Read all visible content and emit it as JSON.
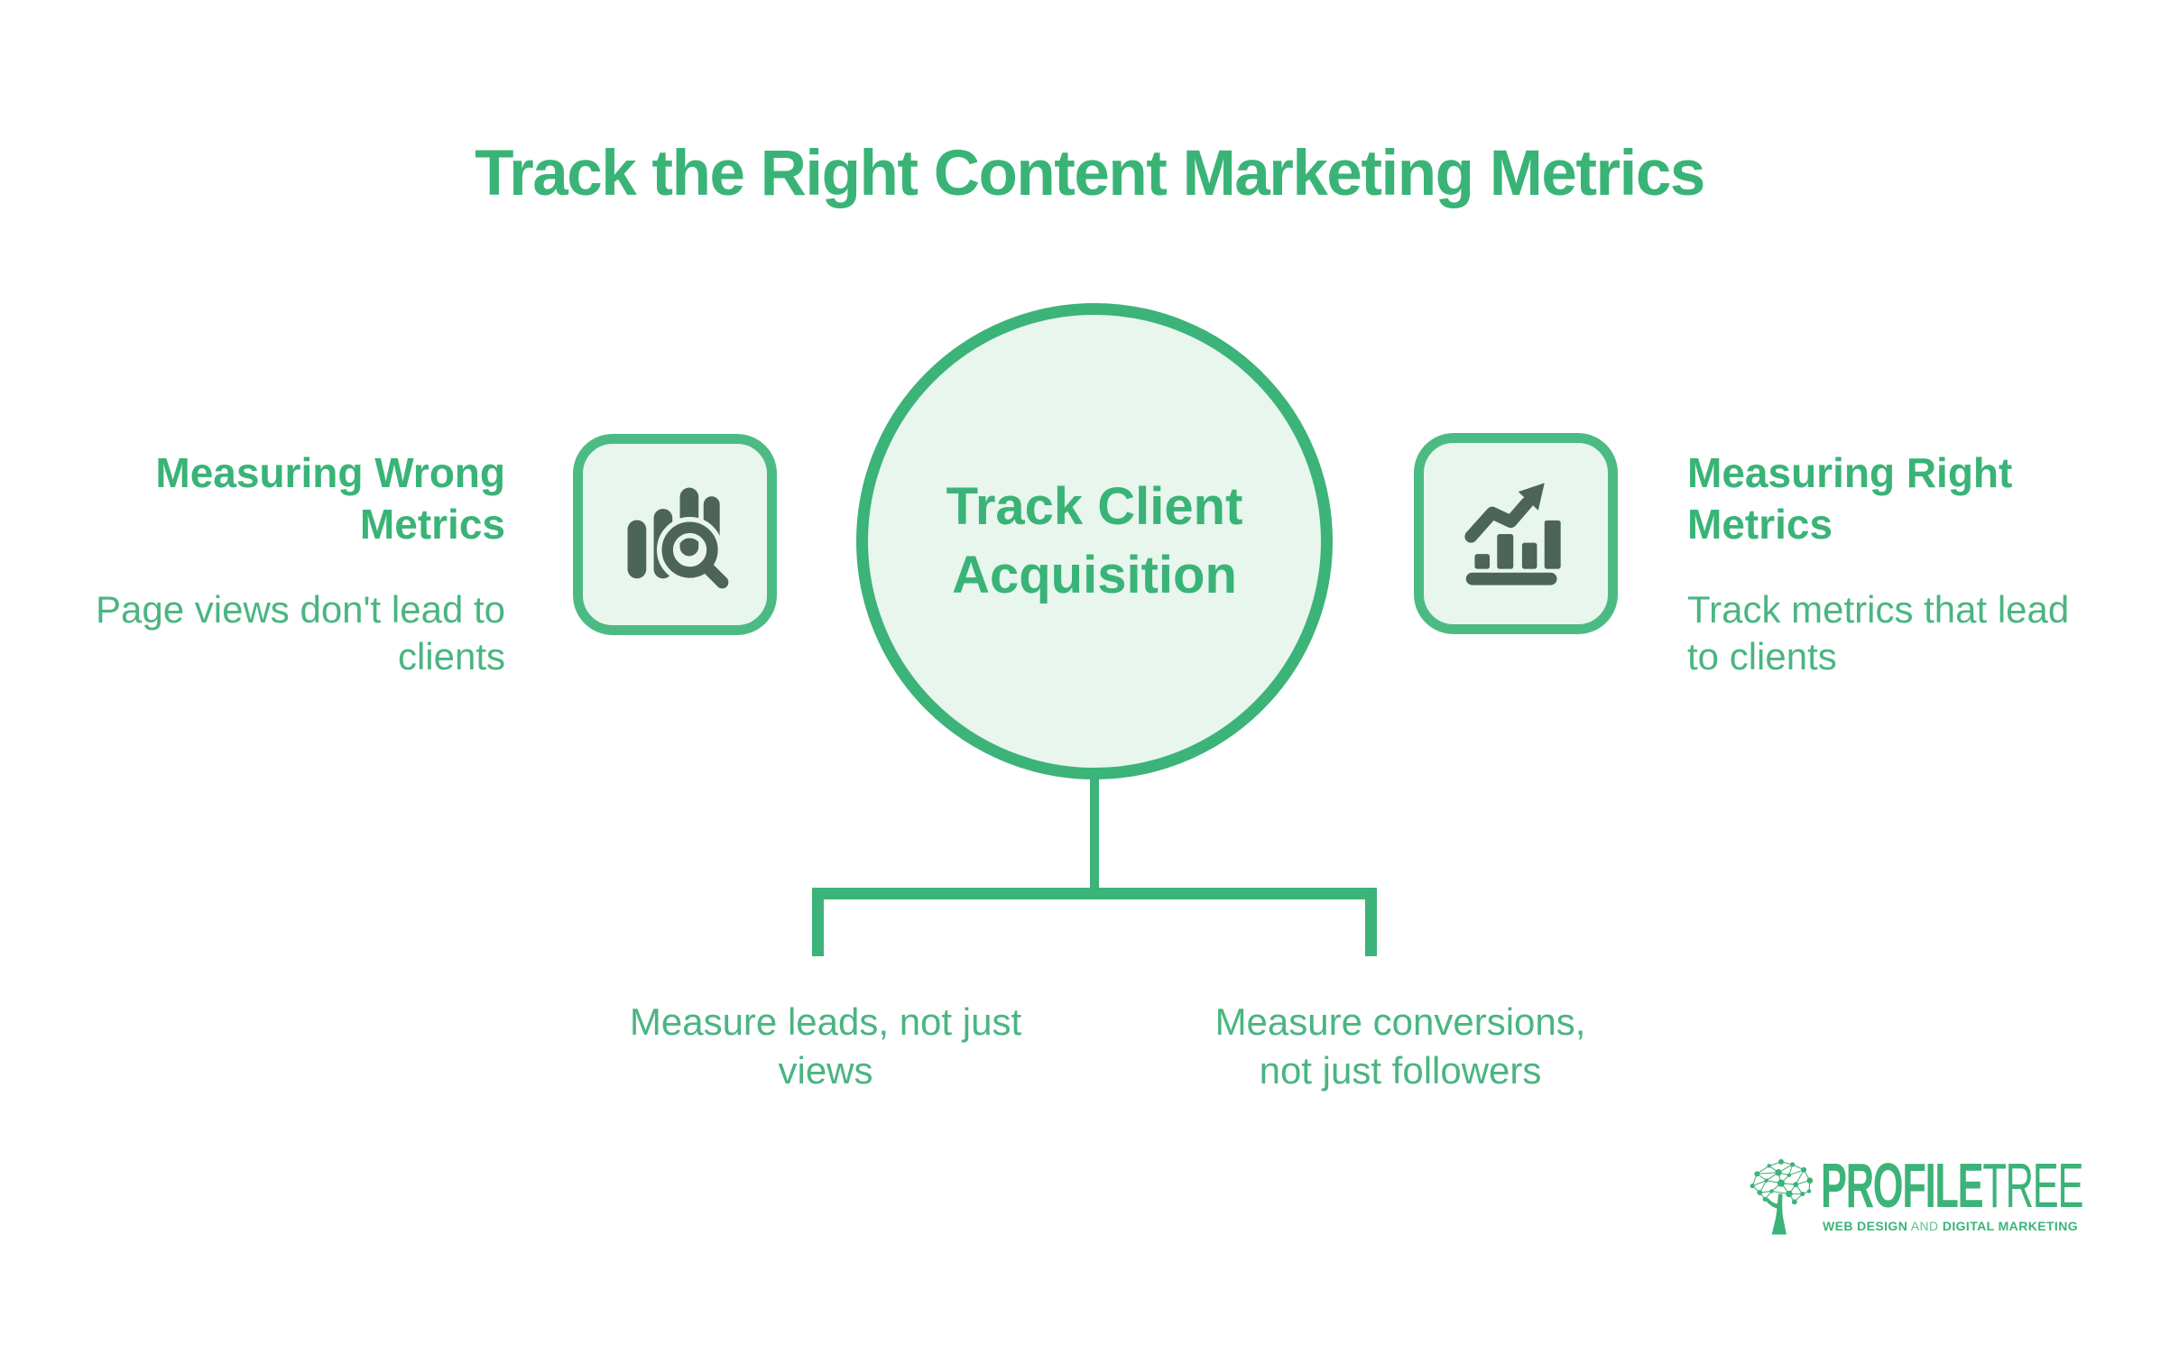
{
  "colors": {
    "primary_green": "#3cb378",
    "heading_green": "#3ab377",
    "body_text_green": "#4ab581",
    "icon_border_green": "#4cbb83",
    "light_green_fill": "#e8f6ee",
    "icon_glyph_dark": "#4d6559",
    "background": "#ffffff"
  },
  "title": "Track the Right Content Marketing Metrics",
  "center_node": {
    "lines": [
      "Track Client",
      "Acquisition"
    ]
  },
  "left_section": {
    "icon": "bar-chart-search-icon",
    "heading_lines": [
      "Measuring Wrong",
      "Metrics"
    ],
    "body_lines": [
      "Page views don't lead to",
      "clients"
    ]
  },
  "right_section": {
    "icon": "growth-chart-icon",
    "heading_lines": [
      "Measuring Right",
      "Metrics"
    ],
    "body_lines": [
      "Track metrics that lead",
      "to clients"
    ]
  },
  "branch_labels": [
    {
      "lines": [
        "Measure leads, not just",
        "views"
      ]
    },
    {
      "lines": [
        "Measure conversions,",
        "not just followers"
      ]
    }
  ],
  "logo": {
    "icon": "network-tree-icon",
    "brand_primary": "PROFILE",
    "brand_secondary": "TREE",
    "tagline_parts": [
      "WEB DESIGN",
      "AND",
      "DIGITAL MARKETING"
    ]
  }
}
